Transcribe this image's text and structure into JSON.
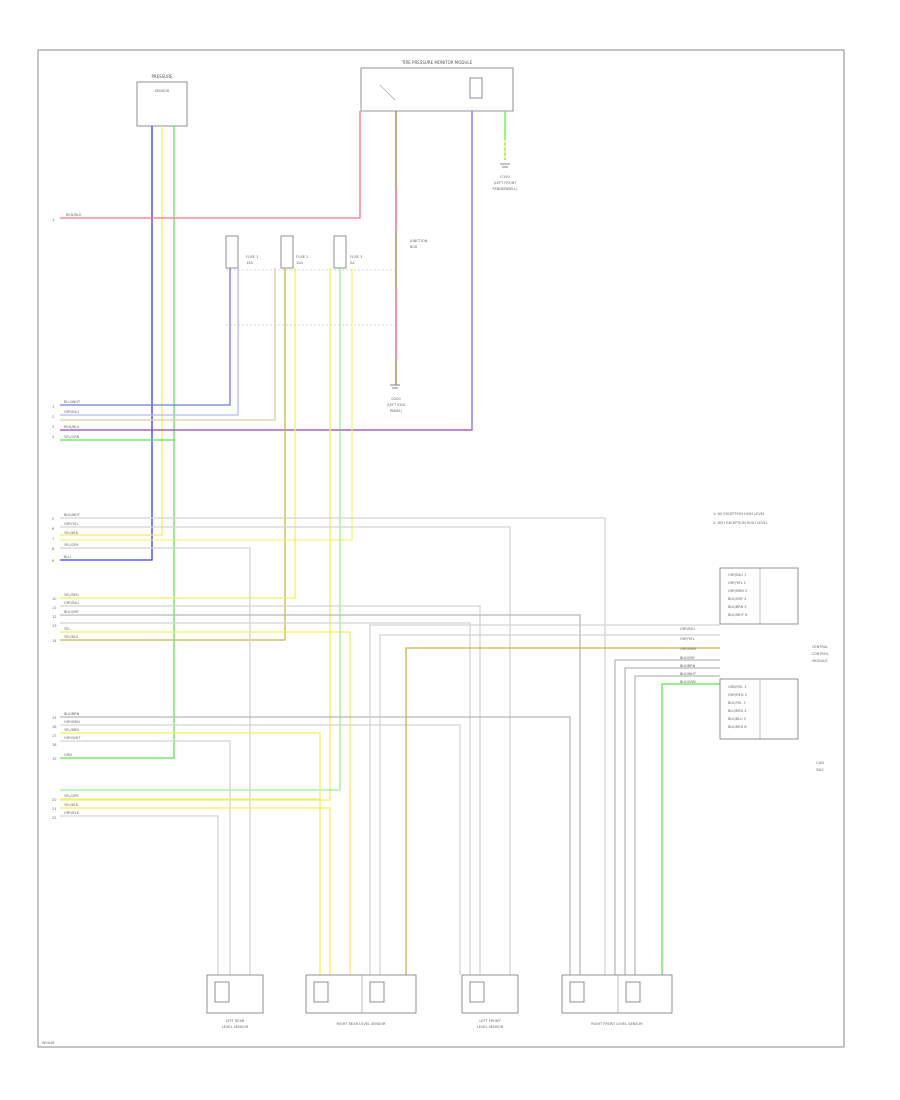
{
  "diagram": {
    "footer_code": "W0046",
    "wire_colors": {
      "red": "#ff6f8a",
      "blue": "#3a3aff",
      "yellow": "#f4f05a",
      "green": "#59e84a",
      "purple": "#9b3fc0",
      "olive": "#c8b64a",
      "brown": "#b07a3a",
      "gray": "#b8b8b8",
      "lightgray": "#d4d4d4",
      "blue_light": "#8a8aff"
    },
    "components": {
      "sensor_top": {
        "line1": "PRESSURE",
        "line2": "SENSOR"
      },
      "module_top": {
        "title": "TIRE PRESSURE MONITOR MODULE"
      },
      "ground_top": {
        "line1": "G100",
        "line2": "(LEFT FRONT",
        "line3": "FENDERWELL)"
      },
      "fuse_a": {
        "label": "FUSE 1",
        "sub": "15A"
      },
      "fuse_b": {
        "label": "FUSE 2",
        "sub": "10A"
      },
      "fuse_c": {
        "label": "FUSE 3",
        "sub": "5A"
      },
      "junction": {
        "line1": "JUNCTION",
        "line2": "BOX"
      },
      "ground_mid": {
        "line1": "G200",
        "line2": "(LEFT KICK",
        "line3": "PANEL)"
      },
      "legend": {
        "item1": "1: W/ EXCEPTION HIGH LEVEL",
        "item2": "2: W/O EXCEPTION HIGH LEVEL"
      },
      "connector_right": {
        "title": "CENTRAL",
        "sub": "CONTROL",
        "sub2": "MODULE"
      },
      "connector_right2": {
        "title": "CAN",
        "sub": "BUS"
      },
      "sensor_lr": {
        "line1": "LEFT REAR",
        "line2": "LEVEL SENSOR"
      },
      "sensor_rr": {
        "line1": "RIGHT REAR LEVEL SENSOR"
      },
      "sensor_lf": {
        "line1": "LEFT FRONT",
        "line2": "LEVEL SENSOR"
      },
      "sensor_rf": {
        "line1": "RIGHT FRONT LEVEL SENSOR"
      }
    },
    "left_pins": {
      "group1": [
        "1",
        "2",
        "3",
        "4"
      ],
      "group2": [
        "5",
        "6",
        "7",
        "8",
        "9"
      ],
      "group3": [
        "10",
        "11",
        "12",
        "13",
        "14"
      ],
      "group4": [
        "15",
        "16",
        "17",
        "18",
        "19"
      ],
      "group5": [
        "20",
        "21",
        "22"
      ]
    },
    "left_labels": {
      "red": "RED/BLU",
      "group1": [
        "BLU/WHT",
        "GRY/BLU",
        "RED/BLU",
        "YEL/GRN"
      ],
      "group2": [
        "BLK/WHT",
        "GRY/YEL",
        "YEL/BLK",
        "YEL/GRY",
        "BLU"
      ],
      "group3": [
        "YEL/RED",
        "GRY/BLU",
        "BLK/GRY",
        "YEL",
        "YEL/BLU"
      ],
      "group4": [
        "BLK/BRN",
        "GRY/BRN",
        "YEL/BRN",
        "GRY/WHT",
        "GRN"
      ],
      "group5": [
        "YEL/GRY",
        "YEL/BLK",
        "GRY/BLK"
      ]
    },
    "right_connector_rows_a": [
      "GRY/BLU 1",
      "GRY/YEL 2",
      "GRY/BRN 3",
      "BLK/GRY 4",
      "BLK/BRN 5",
      "BLK/WHT 6"
    ],
    "right_connector_rows_b": [
      "GRN/YEL 1",
      "GRY/RED 2",
      "BLK/YEL 3",
      "BLU/RED 4",
      "BLK/BLU 5",
      "BLK/RED 6"
    ],
    "right_mid_labels": [
      "GRY/BLU",
      "GRY/YEL",
      "GRY/BRN",
      "BLK/GRY",
      "BLK/BRN",
      "BLK/WHT",
      "BLK/GRN"
    ]
  }
}
